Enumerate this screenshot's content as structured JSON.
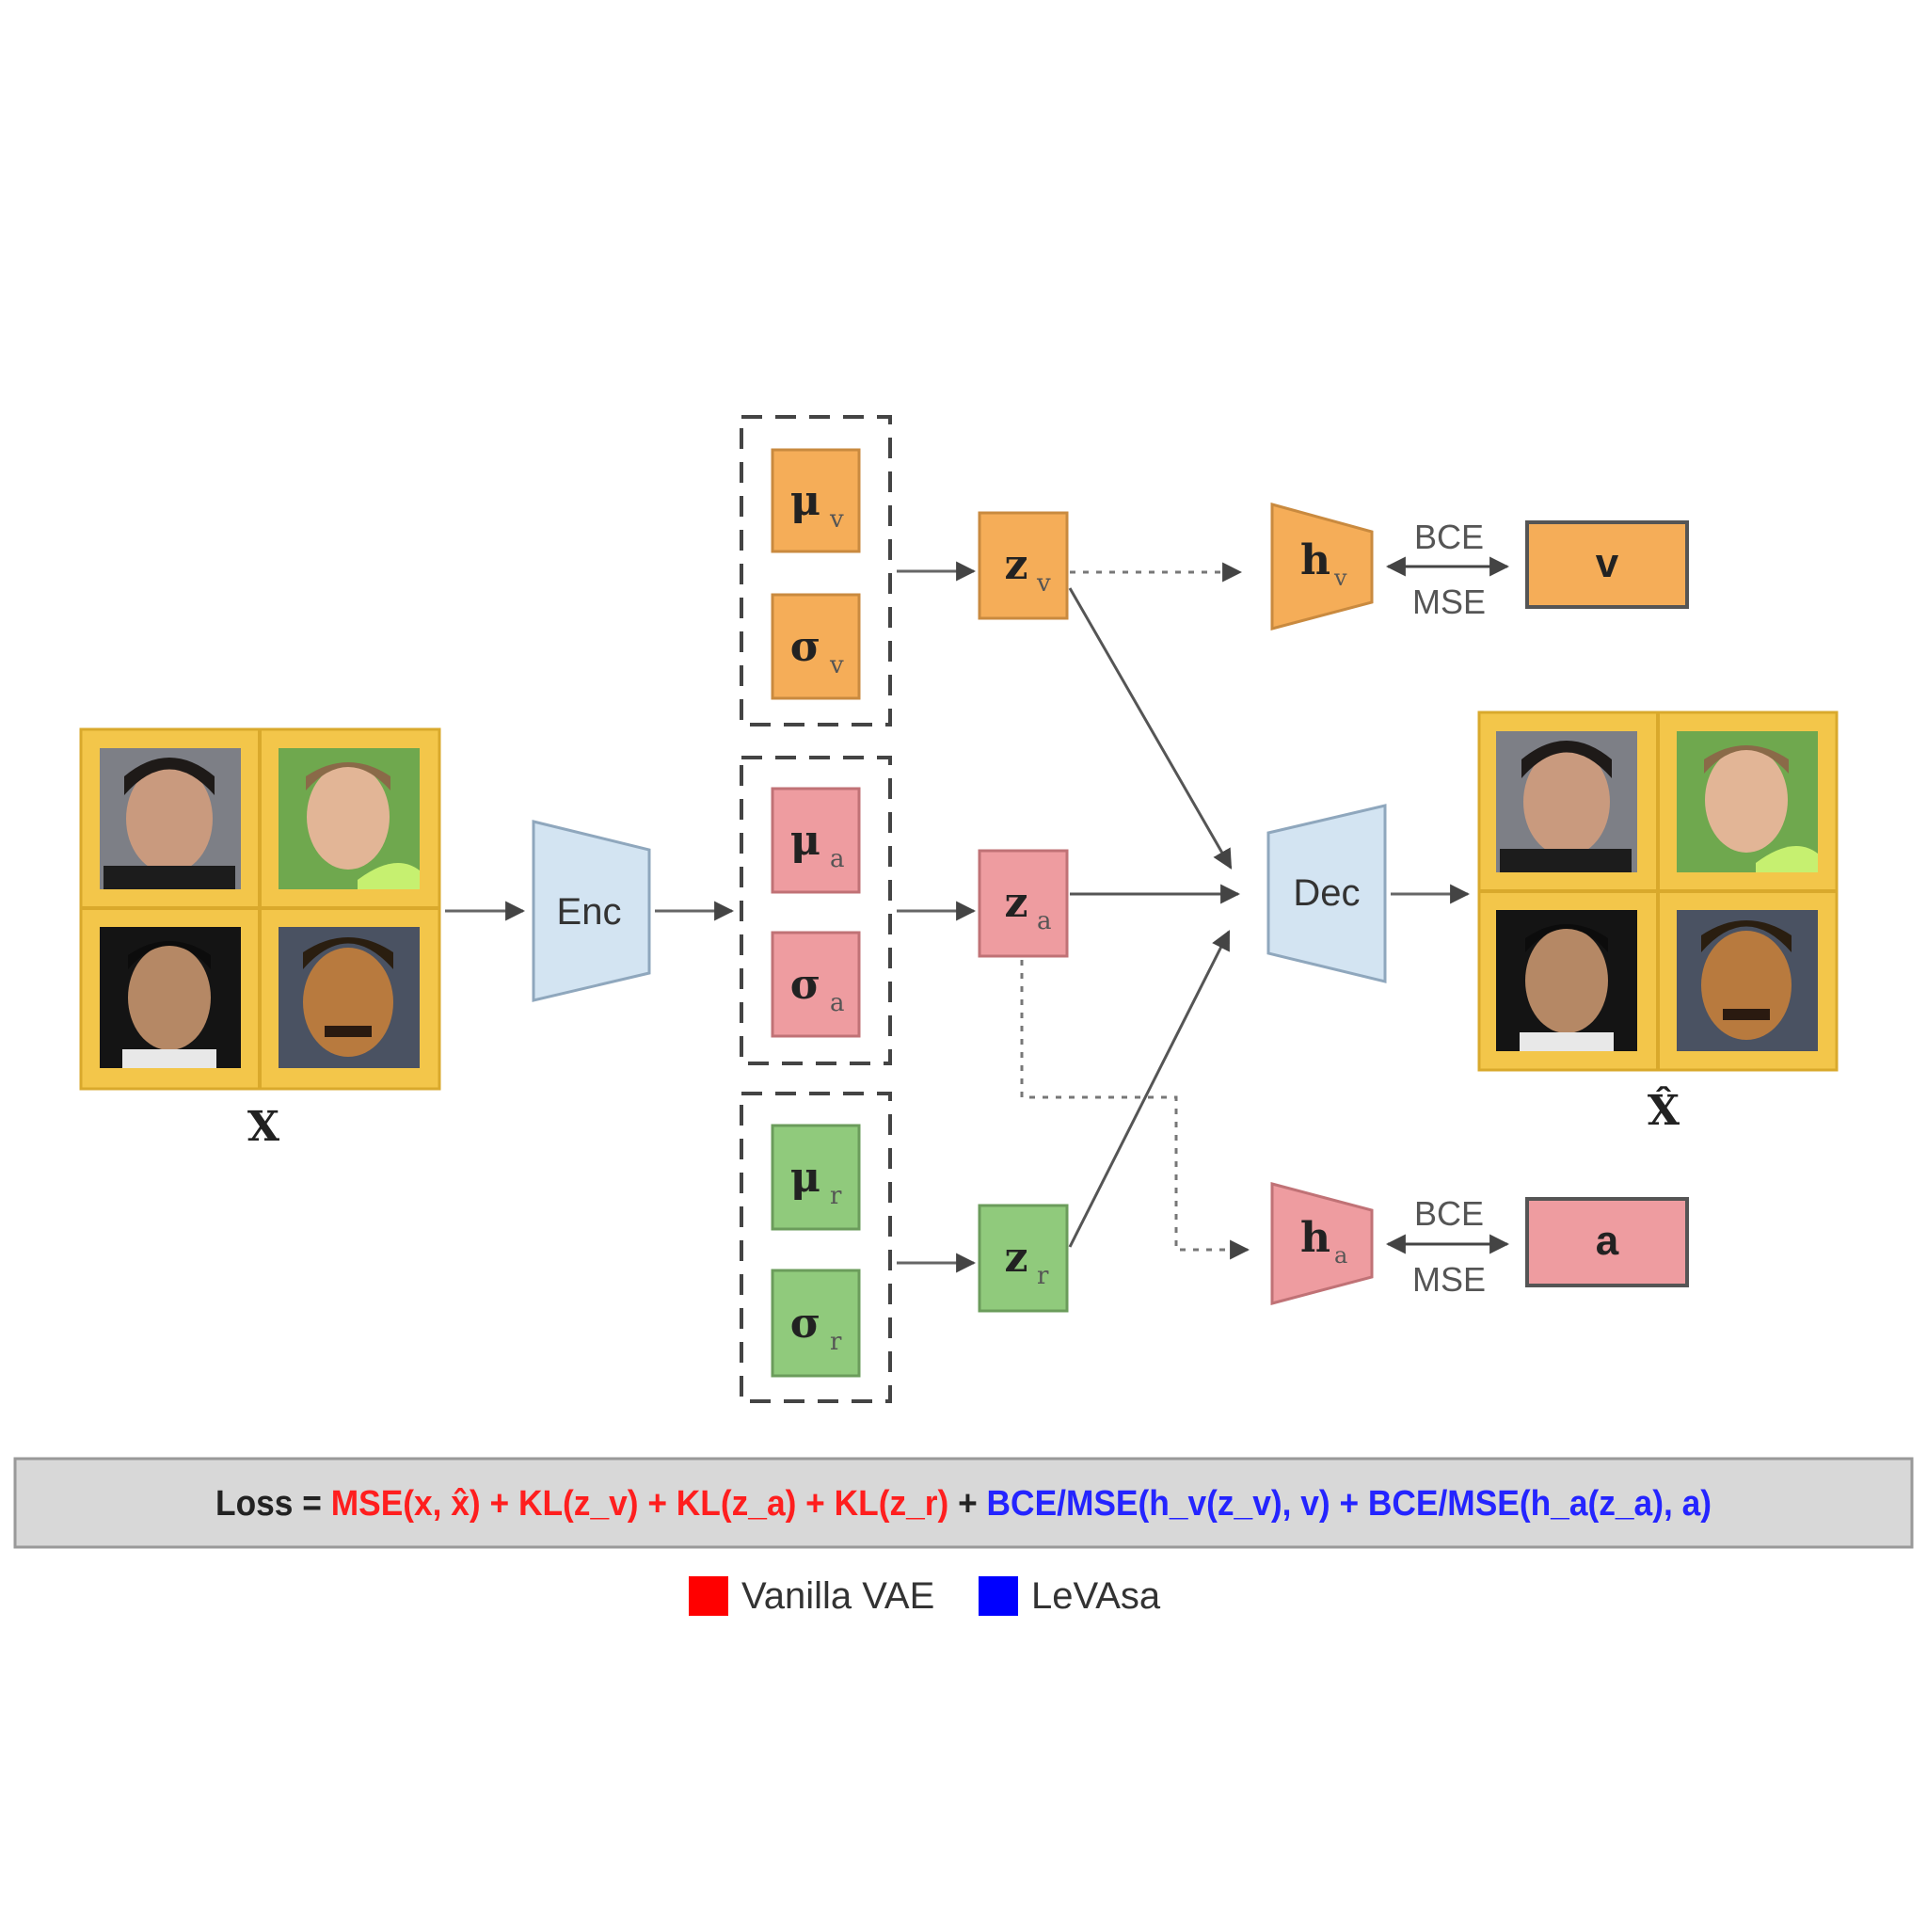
{
  "input": {
    "label": "X",
    "faces": [
      "face-1",
      "face-2",
      "face-3",
      "face-4"
    ]
  },
  "encoder": {
    "label": "Enc"
  },
  "decoder": {
    "label": "Dec"
  },
  "output": {
    "label": "X̂"
  },
  "latent_groups": [
    {
      "id": "v",
      "mu_label": "μ",
      "mu_sub": "v",
      "sigma_label": "σ",
      "sigma_sub": "v",
      "z_label": "z",
      "z_sub": "v",
      "color": "#f5ad58"
    },
    {
      "id": "a",
      "mu_label": "μ",
      "mu_sub": "a",
      "sigma_label": "σ",
      "sigma_sub": "a",
      "z_label": "z",
      "z_sub": "a",
      "color": "#ee9ca0"
    },
    {
      "id": "r",
      "mu_label": "μ",
      "mu_sub": "r",
      "sigma_label": "σ",
      "sigma_sub": "r",
      "z_label": "z",
      "z_sub": "r",
      "color": "#90ca7c"
    }
  ],
  "heads": [
    {
      "head_label": "h",
      "head_sub": "v",
      "top_label": "BCE",
      "bottom_label": "MSE",
      "target": "v",
      "color": "#f5ad58"
    },
    {
      "head_label": "h",
      "head_sub": "a",
      "top_label": "BCE",
      "bottom_label": "MSE",
      "target": "a",
      "color": "#ee9ca0"
    }
  ],
  "colors": {
    "enc_dec": "#d3e4f2",
    "frame": "#f3c64a",
    "loss_bg": "#d8d8d8",
    "vanilla": "#ff0000",
    "levae": "#0000ff"
  },
  "loss": {
    "prefix": "Loss = ",
    "vanilla_terms": "MSE(x, x̂) + KL(z_v) + KL(z_a) + KL(z_r)",
    "joiner": " + ",
    "levae_terms": "BCE/MSE(h_v(z_v), v) + BCE/MSE(h_a(z_a), a)"
  },
  "legend": [
    {
      "label": "Vanilla VAE",
      "color": "#ff0000"
    },
    {
      "label": "LeVAsa",
      "color": "#0000ff"
    }
  ]
}
